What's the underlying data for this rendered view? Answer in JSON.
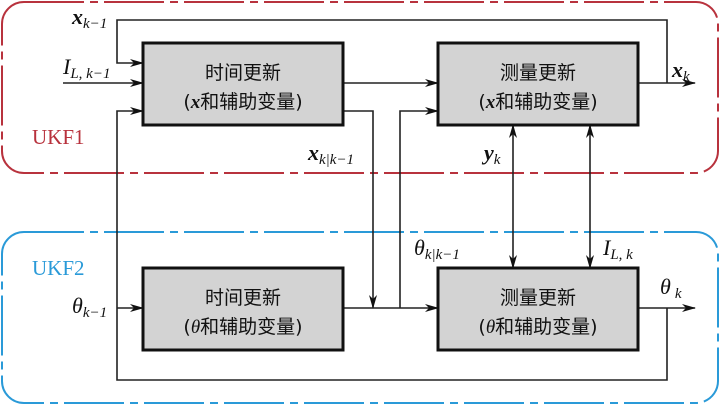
{
  "groups": {
    "ukf1": {
      "label": "UKF1",
      "color": "#b8323d"
    },
    "ukf2": {
      "label": "UKF2",
      "color": "#2a9ad8"
    }
  },
  "blocks": {
    "time_update_x": {
      "line1": "时间更新",
      "line2_prefix": "(",
      "line2_var": "x",
      "line2_rest": "和辅助变量)"
    },
    "meas_update_x": {
      "line1": "测量更新",
      "line2_prefix": "(",
      "line2_var": "x",
      "line2_rest": "和辅助变量)"
    },
    "time_update_theta": {
      "line1": "时间更新",
      "line2_prefix": "(",
      "line2_var": "θ",
      "line2_rest": "和辅助变量)"
    },
    "meas_update_theta": {
      "line1": "测量更新",
      "line2_prefix": "(",
      "line2_var": "θ",
      "line2_rest": "和辅助变量)"
    }
  },
  "signals": {
    "x_prev": {
      "base": "x",
      "sub": "k−1"
    },
    "il_prev": {
      "base": "I",
      "sub": "L, k−1"
    },
    "x_out": {
      "base": "x",
      "sub": "k"
    },
    "x_pred": {
      "base": "x",
      "sub": "k|k−1"
    },
    "y_meas": {
      "base": "y",
      "sub": "k"
    },
    "theta_prev": {
      "base": "θ",
      "sub": "k−1"
    },
    "theta_pred": {
      "base": "θ",
      "sub": "k|k−1"
    },
    "il_k": {
      "base": "I",
      "sub": "L, k"
    },
    "theta_out": {
      "base": "θ",
      "sub": "k"
    }
  }
}
